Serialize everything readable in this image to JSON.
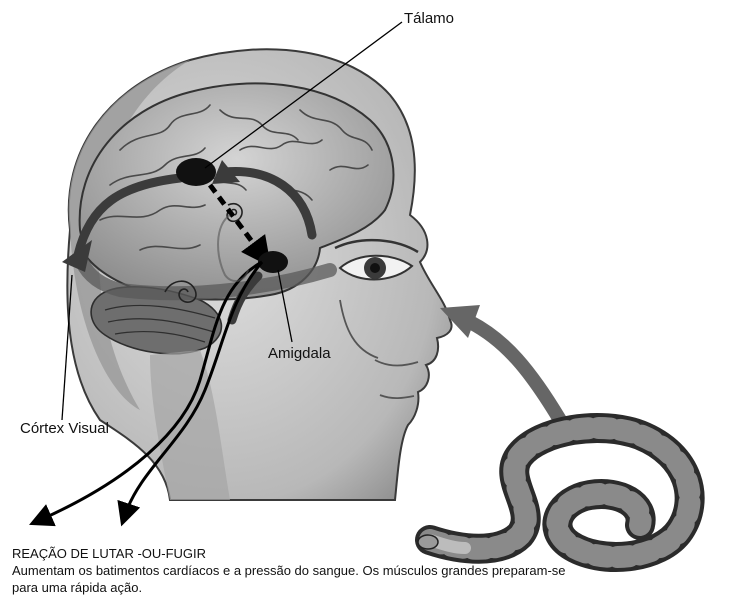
{
  "labels": {
    "thalamus": "Tálamo",
    "amygdala": "Amigdala",
    "visual_cortex": "Córtex Visual"
  },
  "caption": {
    "title": "REAÇÃO DE LUTAR -OU-FUGIR",
    "line1": "Aumentam os batimentos cardíacos e a pressão do sangue. Os músculos grandes preparam-se",
    "line2": "para uma rápida ação."
  }
}
